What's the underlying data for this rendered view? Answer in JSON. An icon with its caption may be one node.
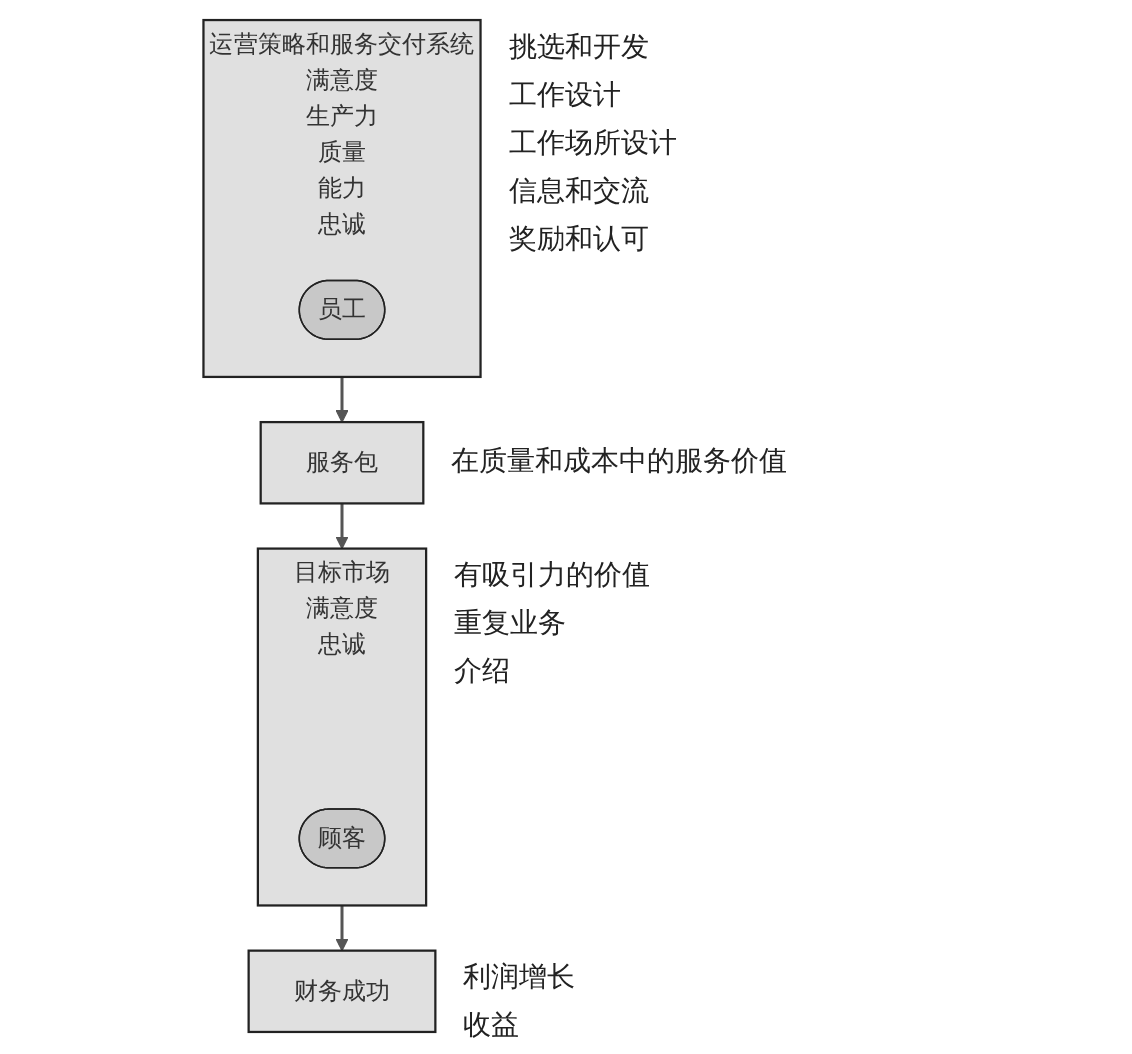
{
  "diagram": {
    "nodes": [
      {
        "text": [
          "运营策略和服务交付系统",
          "满意度",
          "生产力",
          "质量",
          "能力",
          "忠诚"
        ],
        "beside": [
          "挑选和开发",
          "工作设计",
          "工作场所设计",
          "信息和交流",
          "奖励和认可"
        ]
      },
      {
        "text": [
          "员工"
        ],
        "in": 0
      },
      {
        "text": [
          "服务包"
        ],
        "beside": [
          "在质量和成本中的服务价值"
        ]
      },
      {
        "text": [
          "目标市场",
          "满意度",
          "忠诚"
        ],
        "beside": [
          "有吸引力的价值",
          "重复业务",
          "介绍"
        ]
      },
      {
        "text": [
          "顾客"
        ],
        "in": 3
      },
      {
        "text": [
          "财务成功"
        ],
        "beside": [
          "利润增长",
          "收益"
        ]
      }
    ],
    "edges": [
      {
        "from": 0,
        "to": 2,
        "arrow": "to"
      },
      {
        "from": 2,
        "to": 3,
        "arrow": "to"
      },
      {
        "from": 3,
        "to": 5,
        "arrow": "to"
      }
    ]
  }
}
